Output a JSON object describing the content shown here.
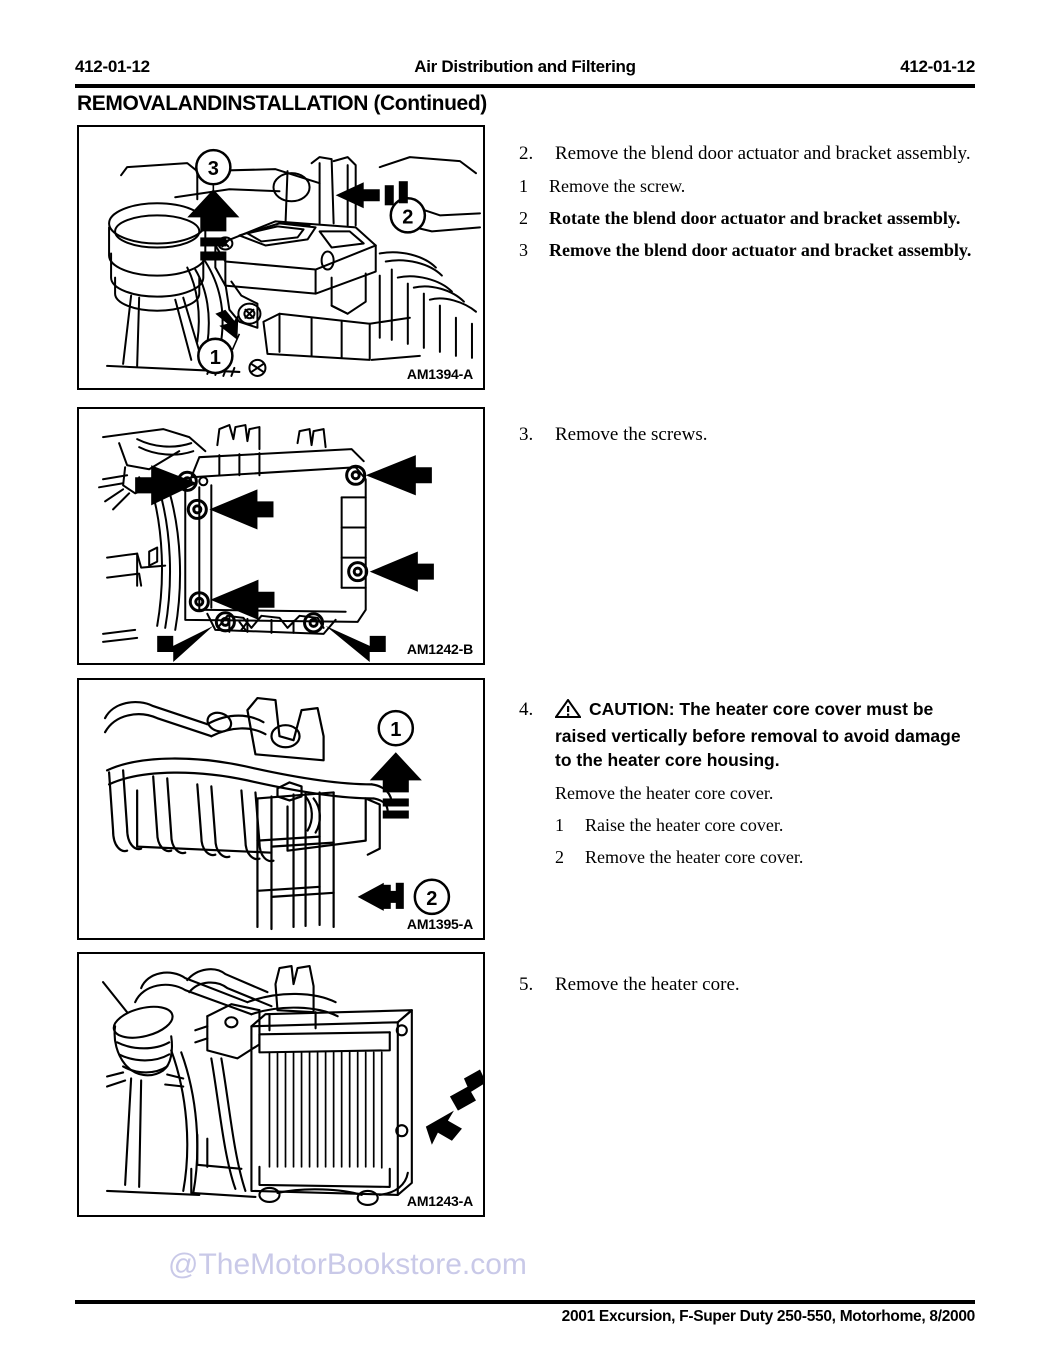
{
  "header": {
    "left_code": "412-01-12",
    "title": "Air Distribution and Filtering",
    "right_code": "412-01-12"
  },
  "section_title": "REMOVALANDINSTALLATION (Continued)",
  "figures": [
    {
      "id": "fig1",
      "label": "AM1394-A",
      "caption": "blend door actuator and bracket assembly",
      "callouts": [
        "1",
        "2",
        "3"
      ]
    },
    {
      "id": "fig2",
      "label": "AM1242-B",
      "caption": "heater core housing screw locations",
      "callouts": []
    },
    {
      "id": "fig3",
      "label": "AM1395-A",
      "caption": "heater core cover removal",
      "callouts": [
        "1",
        "2"
      ]
    },
    {
      "id": "fig4",
      "label": "AM1243-A",
      "caption": "heater core removal",
      "callouts": []
    }
  ],
  "steps": [
    {
      "number": "2.",
      "text": "Remove the blend door actuator and bracket assembly.",
      "substeps": [
        {
          "number": "1",
          "text": "Remove the screw."
        },
        {
          "number": "2",
          "text": "Rotate the blend door actuator and bracket assembly."
        },
        {
          "number": "3",
          "text": "Remove the blend door actuator and bracket assembly."
        }
      ]
    },
    {
      "number": "3.",
      "text": "Remove the screws.",
      "substeps": []
    },
    {
      "number": "4.",
      "caution_icon": "warning-triangle-icon",
      "caution": "CAUTION: The heater core cover must be raised vertically before removal to avoid damage to the heater core housing.",
      "text": "Remove the heater core cover.",
      "substeps": [
        {
          "number": "1",
          "text": "Raise the heater core cover."
        },
        {
          "number": "2",
          "text": "Remove the heater core cover."
        }
      ]
    },
    {
      "number": "5.",
      "text": "Remove the heater core.",
      "substeps": []
    }
  ],
  "watermark": "@TheMotorBookstore.com",
  "footer": "2001 Excursion, F-Super Duty 250-550, Motorhome, 8/2000",
  "colors": {
    "ink": "#000000",
    "watermark": "#c9c9e8",
    "page": "#ffffff"
  }
}
